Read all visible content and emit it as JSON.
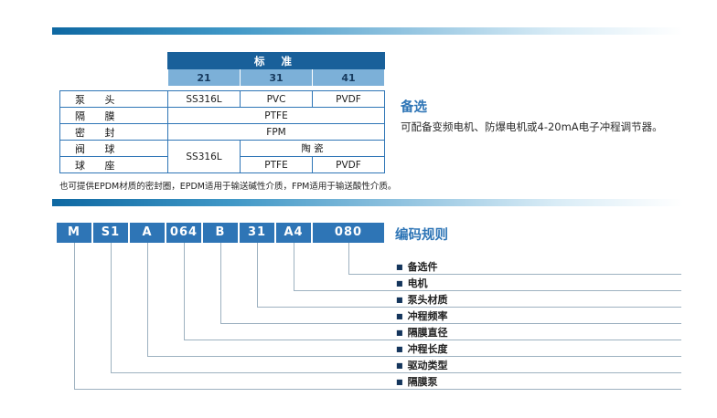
{
  "colors": {
    "accent_blue": "#2e75b6",
    "table_header_dark": "#19609a",
    "table_header_mid": "#7cb0d8",
    "divider_gradient_start": "#0e68a2",
    "connector_line": "#9db1c0"
  },
  "spec_table": {
    "title": "标 准",
    "columns": [
      "21",
      "31",
      "41"
    ],
    "row_labels": [
      "泵 头",
      "隔 膜",
      "密 封",
      "阀 球",
      "球 座"
    ],
    "cells": {
      "pump_head": [
        "SS316L",
        "PVC",
        "PVDF"
      ],
      "diaphragm": "PTFE",
      "seal": "FPM",
      "ball_seat_21": "SS316L",
      "valve_ball_31_41": "陶  瓷",
      "ball_seat_31": "PTFE",
      "ball_seat_41": "PVDF"
    },
    "note": "也可提供EPDM材质的密封圈，EPDM适用于输送碱性介质，FPM适用于输送酸性介质。"
  },
  "optional": {
    "title": "备选",
    "body": "可配备变频电机、防爆电机或4-20mA电子冲程调节器。"
  },
  "coding": {
    "title": "编码规则",
    "bullet": "■",
    "codes": [
      "M",
      "S1",
      "A",
      "064",
      "B",
      "31",
      "A4",
      "080"
    ],
    "labels": [
      "备选件",
      "电机",
      "泵头材质",
      "冲程频率",
      "隔膜直径",
      "冲程长度",
      "驱动类型",
      "隔膜泵"
    ]
  }
}
